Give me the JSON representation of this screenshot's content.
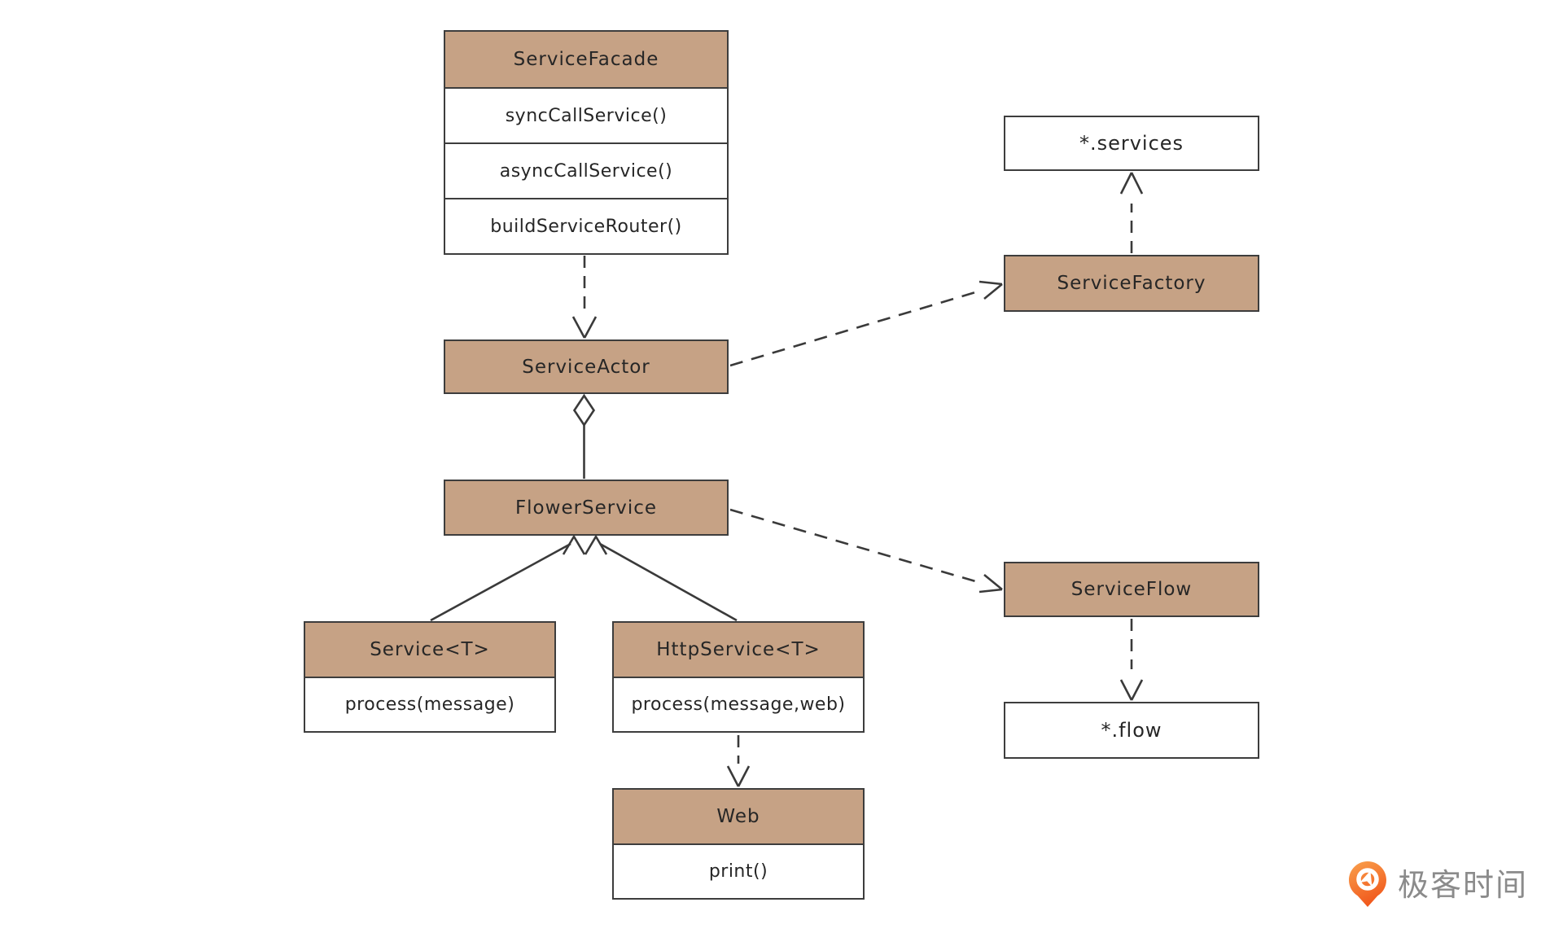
{
  "diagram": {
    "classes": {
      "service_facade": {
        "name": "ServiceFacade",
        "methods": [
          "syncCallService()",
          "asyncCallService()",
          "buildServiceRouter()"
        ]
      },
      "service_actor": {
        "name": "ServiceActor",
        "methods": []
      },
      "flower_service": {
        "name": "FlowerService",
        "methods": []
      },
      "service_t": {
        "name": "Service<T>",
        "methods": [
          "process(message)"
        ]
      },
      "http_service_t": {
        "name": "HttpService<T>",
        "methods": [
          "process(message,web)"
        ]
      },
      "web": {
        "name": "Web",
        "methods": [
          "print()"
        ]
      },
      "service_factory": {
        "name": "ServiceFactory",
        "methods": []
      },
      "service_flow": {
        "name": "ServiceFlow",
        "methods": []
      }
    },
    "artifacts": {
      "services_file": {
        "label": "*.services"
      },
      "flow_file": {
        "label": "*.flow"
      }
    },
    "relations": [
      {
        "from": "ServiceFacade",
        "to": "ServiceActor",
        "type": "dependency-dashed-open-arrow"
      },
      {
        "from": "FlowerService",
        "to": "ServiceActor",
        "type": "aggregation-open-diamond"
      },
      {
        "from": "Service<T>",
        "to": "FlowerService",
        "type": "generalization-open-arrow"
      },
      {
        "from": "HttpService<T>",
        "to": "FlowerService",
        "type": "generalization-open-arrow"
      },
      {
        "from": "HttpService<T>",
        "to": "Web",
        "type": "dependency-dashed-open-arrow"
      },
      {
        "from": "ServiceActor",
        "to": "ServiceFactory",
        "type": "dependency-dashed-open-arrow"
      },
      {
        "from": "ServiceFactory",
        "to": "*.services",
        "type": "dependency-dashed-open-arrow"
      },
      {
        "from": "FlowerService",
        "to": "ServiceFlow",
        "type": "dependency-dashed-open-arrow"
      },
      {
        "from": "ServiceFlow",
        "to": "*.flow",
        "type": "dependency-dashed-open-arrow"
      }
    ],
    "colors": {
      "class_header_fill": "#c6a285",
      "box_border": "#3d3d3d",
      "artifact_fill": "#ffffff",
      "line": "#3a3a3a",
      "text": "#262626",
      "background": "#ffffff"
    }
  },
  "branding": {
    "logo_text": "极客时间",
    "logo_text_color": "#8b8b8b",
    "logo_orange_dark": "#f1591d",
    "logo_orange_light": "#f9a14d"
  }
}
